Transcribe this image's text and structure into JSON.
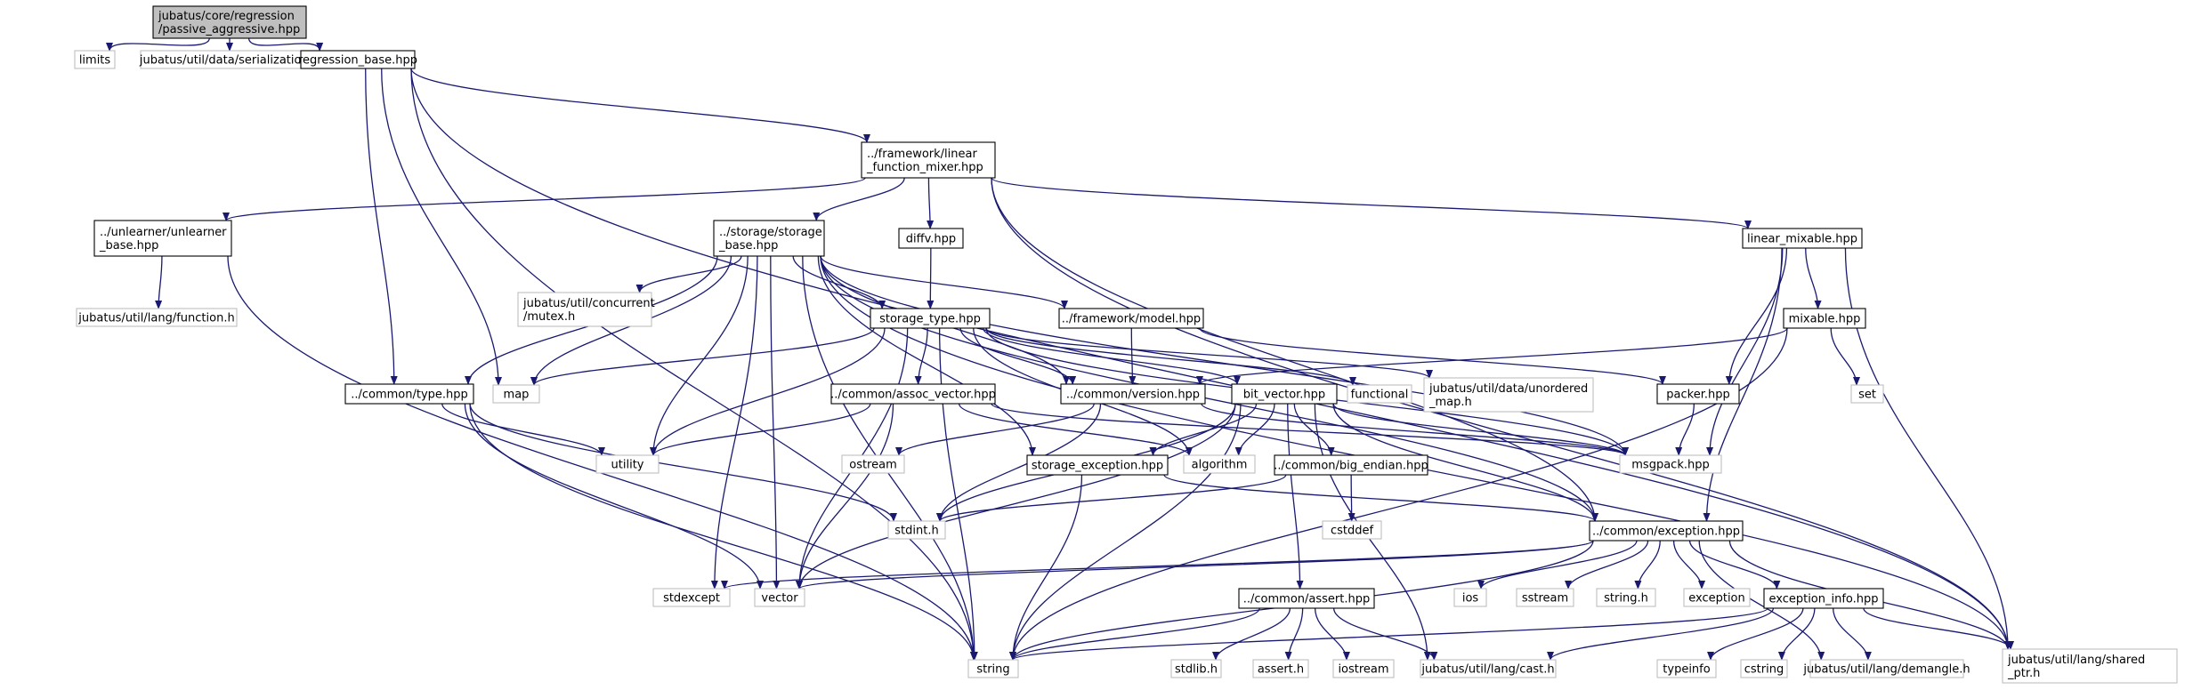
{
  "colors": {
    "root_fill": "#bfbfbf",
    "local_border": "#000000",
    "external_border": "#bfbfbf",
    "edge": "#191970",
    "text": "#000000"
  },
  "graph": {
    "nodes": [
      {
        "id": "root",
        "lines": [
          "jubatus/core/regression",
          "/passive_aggressive.hpp"
        ],
        "kind": "root"
      },
      {
        "id": "limits",
        "lines": [
          "limits"
        ],
        "kind": "external"
      },
      {
        "id": "serialization",
        "lines": [
          "jubatus/util/data/serialization.h"
        ],
        "kind": "external"
      },
      {
        "id": "regression_base",
        "lines": [
          "regression_base.hpp"
        ],
        "kind": "local"
      },
      {
        "id": "linear_function_mixer",
        "lines": [
          "../framework/linear",
          "_function_mixer.hpp"
        ],
        "kind": "local"
      },
      {
        "id": "unlearner_base",
        "lines": [
          "../unlearner/unlearner",
          "_base.hpp"
        ],
        "kind": "local"
      },
      {
        "id": "storage_base",
        "lines": [
          "../storage/storage",
          "_base.hpp"
        ],
        "kind": "local"
      },
      {
        "id": "diffv",
        "lines": [
          "diffv.hpp"
        ],
        "kind": "local"
      },
      {
        "id": "linear_mixable",
        "lines": [
          "linear_mixable.hpp"
        ],
        "kind": "local"
      },
      {
        "id": "function_h",
        "lines": [
          "jubatus/util/lang/function.h"
        ],
        "kind": "external"
      },
      {
        "id": "mutex",
        "lines": [
          "jubatus/util/concurrent",
          "/mutex.h"
        ],
        "kind": "external"
      },
      {
        "id": "storage_type",
        "lines": [
          "storage_type.hpp"
        ],
        "kind": "local"
      },
      {
        "id": "model",
        "lines": [
          "../framework/model.hpp"
        ],
        "kind": "local"
      },
      {
        "id": "mixable",
        "lines": [
          "mixable.hpp"
        ],
        "kind": "local"
      },
      {
        "id": "common_type",
        "lines": [
          "../common/type.hpp"
        ],
        "kind": "local"
      },
      {
        "id": "map",
        "lines": [
          "map"
        ],
        "kind": "external"
      },
      {
        "id": "common_version",
        "lines": [
          "../common/version.hpp"
        ],
        "kind": "local"
      },
      {
        "id": "functional",
        "lines": [
          "functional"
        ],
        "kind": "external"
      },
      {
        "id": "unordered_map",
        "lines": [
          "jubatus/util/data/unordered",
          "_map.h"
        ],
        "kind": "external"
      },
      {
        "id": "packer",
        "lines": [
          "packer.hpp"
        ],
        "kind": "local"
      },
      {
        "id": "set",
        "lines": [
          "set"
        ],
        "kind": "external"
      },
      {
        "id": "assoc_vector",
        "lines": [
          "../common/assoc_vector.hpp"
        ],
        "kind": "local"
      },
      {
        "id": "bit_vector",
        "lines": [
          "bit_vector.hpp"
        ],
        "kind": "local"
      },
      {
        "id": "utility",
        "lines": [
          "utility"
        ],
        "kind": "external"
      },
      {
        "id": "ostream",
        "lines": [
          "ostream"
        ],
        "kind": "external"
      },
      {
        "id": "storage_exception",
        "lines": [
          "storage_exception.hpp"
        ],
        "kind": "local"
      },
      {
        "id": "algorithm",
        "lines": [
          "algorithm"
        ],
        "kind": "external"
      },
      {
        "id": "big_endian",
        "lines": [
          "../common/big_endian.hpp"
        ],
        "kind": "local"
      },
      {
        "id": "msgpack",
        "lines": [
          "msgpack.hpp"
        ],
        "kind": "external"
      },
      {
        "id": "stdint",
        "lines": [
          "stdint.h"
        ],
        "kind": "external"
      },
      {
        "id": "cstddef",
        "lines": [
          "cstddef"
        ],
        "kind": "external"
      },
      {
        "id": "common_exception",
        "lines": [
          "../common/exception.hpp"
        ],
        "kind": "local"
      },
      {
        "id": "stdexcept",
        "lines": [
          "stdexcept"
        ],
        "kind": "external"
      },
      {
        "id": "vector",
        "lines": [
          "vector"
        ],
        "kind": "external"
      },
      {
        "id": "ios",
        "lines": [
          "ios"
        ],
        "kind": "external"
      },
      {
        "id": "sstream",
        "lines": [
          "sstream"
        ],
        "kind": "external"
      },
      {
        "id": "string_h",
        "lines": [
          "string.h"
        ],
        "kind": "external"
      },
      {
        "id": "exception",
        "lines": [
          "exception"
        ],
        "kind": "external"
      },
      {
        "id": "common_assert",
        "lines": [
          "../common/assert.hpp"
        ],
        "kind": "local"
      },
      {
        "id": "exception_info",
        "lines": [
          "exception_info.hpp"
        ],
        "kind": "local"
      },
      {
        "id": "string",
        "lines": [
          "string"
        ],
        "kind": "external"
      },
      {
        "id": "stdlib",
        "lines": [
          "stdlib.h"
        ],
        "kind": "external"
      },
      {
        "id": "assert_h",
        "lines": [
          "assert.h"
        ],
        "kind": "external"
      },
      {
        "id": "iostream",
        "lines": [
          "iostream"
        ],
        "kind": "external"
      },
      {
        "id": "cast",
        "lines": [
          "jubatus/util/lang/cast.h"
        ],
        "kind": "external"
      },
      {
        "id": "typeinfo",
        "lines": [
          "typeinfo"
        ],
        "kind": "external"
      },
      {
        "id": "cstring",
        "lines": [
          "cstring"
        ],
        "kind": "external"
      },
      {
        "id": "demangle",
        "lines": [
          "jubatus/util/lang/demangle.h"
        ],
        "kind": "external"
      },
      {
        "id": "shared_ptr",
        "lines": [
          "jubatus/util/lang/shared",
          "_ptr.h"
        ],
        "kind": "external"
      }
    ],
    "edges": [
      [
        "root",
        "limits"
      ],
      [
        "root",
        "serialization"
      ],
      [
        "root",
        "regression_base"
      ],
      [
        "regression_base",
        "linear_function_mixer"
      ],
      [
        "regression_base",
        "common_type"
      ],
      [
        "regression_base",
        "map"
      ],
      [
        "regression_base",
        "string"
      ],
      [
        "regression_base",
        "shared_ptr"
      ],
      [
        "linear_function_mixer",
        "unlearner_base"
      ],
      [
        "linear_function_mixer",
        "storage_base"
      ],
      [
        "linear_function_mixer",
        "diffv"
      ],
      [
        "linear_function_mixer",
        "linear_mixable"
      ],
      [
        "linear_function_mixer",
        "common_exception"
      ],
      [
        "linear_function_mixer",
        "shared_ptr"
      ],
      [
        "unlearner_base",
        "function_h"
      ],
      [
        "unlearner_base",
        "string"
      ],
      [
        "storage_base",
        "mutex"
      ],
      [
        "storage_base",
        "storage_type"
      ],
      [
        "storage_base",
        "model"
      ],
      [
        "storage_base",
        "common_type"
      ],
      [
        "storage_base",
        "map"
      ],
      [
        "storage_base",
        "common_version"
      ],
      [
        "storage_base",
        "utility"
      ],
      [
        "storage_base",
        "storage_exception"
      ],
      [
        "storage_base",
        "vector"
      ],
      [
        "storage_base",
        "string"
      ],
      [
        "storage_base",
        "stdexcept"
      ],
      [
        "storage_base",
        "msgpack"
      ],
      [
        "storage_base",
        "common_exception"
      ],
      [
        "storage_base",
        "shared_ptr"
      ],
      [
        "diffv",
        "storage_type"
      ],
      [
        "linear_mixable",
        "packer"
      ],
      [
        "linear_mixable",
        "mixable"
      ],
      [
        "linear_mixable",
        "msgpack"
      ],
      [
        "linear_mixable",
        "common_exception"
      ],
      [
        "linear_mixable",
        "shared_ptr"
      ],
      [
        "storage_type",
        "map"
      ],
      [
        "storage_type",
        "common_version"
      ],
      [
        "storage_type",
        "functional"
      ],
      [
        "storage_type",
        "unordered_map"
      ],
      [
        "storage_type",
        "assoc_vector"
      ],
      [
        "storage_type",
        "bit_vector"
      ],
      [
        "storage_type",
        "utility"
      ],
      [
        "storage_type",
        "algorithm"
      ],
      [
        "storage_type",
        "vector"
      ],
      [
        "storage_type",
        "string"
      ],
      [
        "storage_type",
        "msgpack"
      ],
      [
        "model",
        "common_version"
      ],
      [
        "model",
        "packer"
      ],
      [
        "mixable",
        "common_version"
      ],
      [
        "mixable",
        "set"
      ],
      [
        "mixable",
        "string"
      ],
      [
        "common_type",
        "utility"
      ],
      [
        "common_type",
        "stdint"
      ],
      [
        "common_type",
        "vector"
      ],
      [
        "common_type",
        "string"
      ],
      [
        "common_version",
        "ostream"
      ],
      [
        "common_version",
        "stdint"
      ],
      [
        "common_version",
        "msgpack"
      ],
      [
        "packer",
        "msgpack"
      ],
      [
        "assoc_vector",
        "utility"
      ],
      [
        "assoc_vector",
        "algorithm"
      ],
      [
        "assoc_vector",
        "vector"
      ],
      [
        "assoc_vector",
        "msgpack"
      ],
      [
        "bit_vector",
        "storage_exception"
      ],
      [
        "bit_vector",
        "algorithm"
      ],
      [
        "bit_vector",
        "big_endian"
      ],
      [
        "bit_vector",
        "stdint"
      ],
      [
        "bit_vector",
        "vector"
      ],
      [
        "bit_vector",
        "string"
      ],
      [
        "bit_vector",
        "msgpack"
      ],
      [
        "bit_vector",
        "common_exception"
      ],
      [
        "bit_vector",
        "common_assert"
      ],
      [
        "bit_vector",
        "cast"
      ],
      [
        "storage_exception",
        "common_exception"
      ],
      [
        "storage_exception",
        "string"
      ],
      [
        "big_endian",
        "stdint"
      ],
      [
        "big_endian",
        "cstddef"
      ],
      [
        "common_exception",
        "stdexcept"
      ],
      [
        "common_exception",
        "vector"
      ],
      [
        "common_exception",
        "ios"
      ],
      [
        "common_exception",
        "sstream"
      ],
      [
        "common_exception",
        "string_h"
      ],
      [
        "common_exception",
        "exception"
      ],
      [
        "common_exception",
        "exception_info"
      ],
      [
        "common_exception",
        "string"
      ],
      [
        "common_exception",
        "demangle"
      ],
      [
        "common_exception",
        "shared_ptr"
      ],
      [
        "common_assert",
        "stdlib"
      ],
      [
        "common_assert",
        "assert_h"
      ],
      [
        "common_assert",
        "iostream"
      ],
      [
        "common_assert",
        "cast"
      ],
      [
        "common_assert",
        "string"
      ],
      [
        "exception_info",
        "typeinfo"
      ],
      [
        "exception_info",
        "cstring"
      ],
      [
        "exception_info",
        "demangle"
      ],
      [
        "exception_info",
        "cast"
      ],
      [
        "exception_info",
        "shared_ptr"
      ],
      [
        "exception_info",
        "string"
      ]
    ]
  }
}
